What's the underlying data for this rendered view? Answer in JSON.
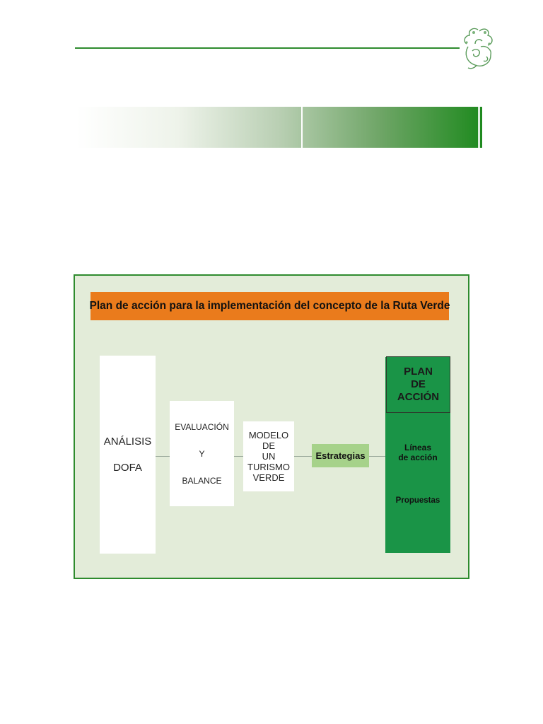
{
  "diagram": {
    "title": "Plan de acción para la implementación del  concepto de la Ruta Verde",
    "analisis": {
      "line1": "ANÁLISIS",
      "line2": "DOFA"
    },
    "evaluacion": {
      "line1": "EVALUACIÓN",
      "line2": "Y",
      "line3": "BALANCE"
    },
    "modelo": {
      "lines": [
        "MODELO",
        "DE",
        "UN",
        "TURISMO",
        "VERDE"
      ]
    },
    "estrategias": "Estrategias",
    "plan": {
      "header": [
        "PLAN",
        "DE",
        "ACCIÓN"
      ],
      "lineas": [
        "Líneas",
        "de acción"
      ],
      "propuestas": "Propuestas"
    }
  },
  "colors": {
    "panel_background": "#e3ecd9",
    "panel_border": "#2e8b2e",
    "title_bar": "#ea7b1c",
    "estrategias": "#a6d28a",
    "plan_column": "#1a9447"
  },
  "icons": {
    "logo": "green-plant-emblem"
  }
}
